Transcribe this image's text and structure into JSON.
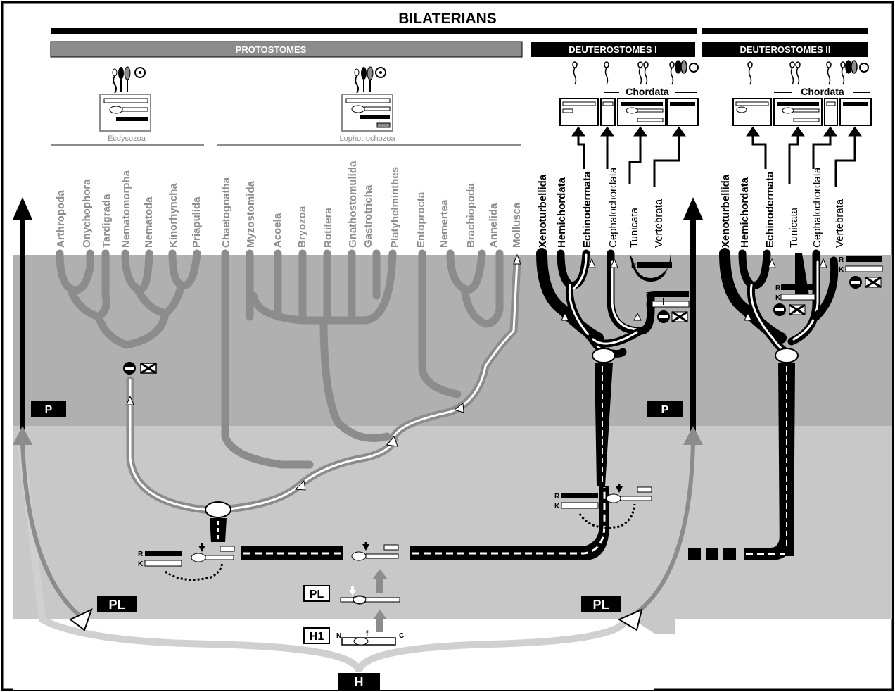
{
  "header": {
    "title": "BILATERIANS",
    "groups": [
      {
        "label": "PROTOSTOMES"
      },
      {
        "label": "DEUTEROSTOMES I"
      },
      {
        "label": "DEUTEROSTOMES II"
      }
    ]
  },
  "clades": {
    "ecdysozoa": "Ecdysozoa",
    "lophotrochozoa": "Lophotrochozoa",
    "chordata_1": "Chordata",
    "chordata_2": "Chordata"
  },
  "taxa": {
    "ecdysozoa": [
      "Arthropoda",
      "Onychophora",
      "Tardigrada",
      "Nematomorpha",
      "Nematoda",
      "Kinorhyncha",
      "Priapulida"
    ],
    "lophotrochozoa": [
      "Chaetognatha",
      "Myzostomida",
      "Acoela",
      "Bryozoa",
      "Rotifera",
      "Gnathostomulida",
      "Gastrotricha",
      "Platyhelminthes",
      "Entoprocta",
      "Nemertea",
      "Brachiopoda",
      "Annelida",
      "Mollusca"
    ],
    "deuterostomes_1": [
      "Xenoturbellida",
      "Hemichordata",
      "Echinodermata",
      "Cephalochordata",
      "Tunicata",
      "Vertebrata"
    ],
    "deuterostomes_2": [
      "Xenoturbellida",
      "Hemichordata",
      "Echinodermata",
      "Tunicata",
      "Cephalochordata",
      "Vertebrata"
    ]
  },
  "markers": {
    "P": "P",
    "PL": "PL",
    "H": "H",
    "H1": "H1",
    "N": "N",
    "C": "C",
    "f": "f",
    "R": "R",
    "K": "K"
  },
  "colors": {
    "protostome_gray": "#8c8c8c",
    "band_dark": "#b0b0b0",
    "band_mid": "#c8c8c8",
    "band_light": "#d8d8d8",
    "black": "#000000"
  }
}
